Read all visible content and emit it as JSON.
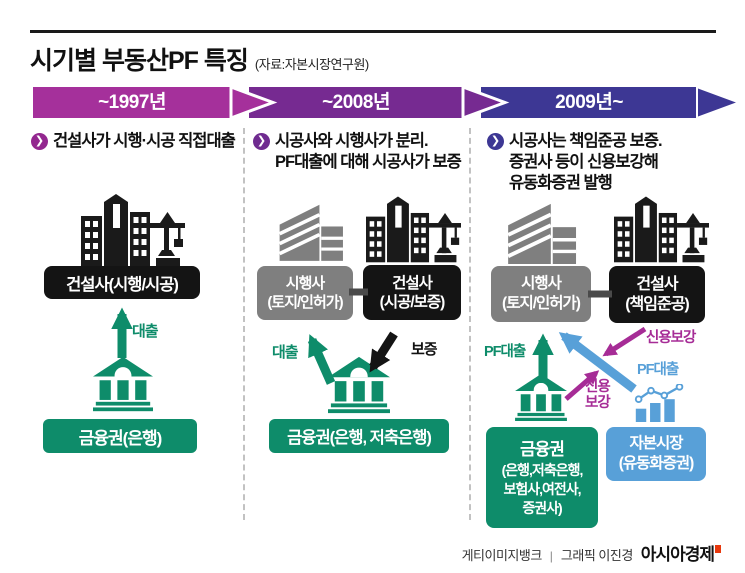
{
  "header": {
    "title": "시기별 부동산PF 특징",
    "source": "(자료:자본시장연구원)"
  },
  "timeline": [
    {
      "label": "~1997년",
      "color": "#a5309b"
    },
    {
      "label": "~2008년",
      "color": "#762a91"
    },
    {
      "label": "2009년~",
      "color": "#3d3794"
    }
  ],
  "ui": {
    "bullet_glyph": "❯",
    "icons": [
      "chevron-circle-icon",
      "building-crane-icon",
      "office-building-icon",
      "bank-icon",
      "bar-chart-icon"
    ]
  },
  "colors": {
    "magenta": "#a5309b",
    "purple": "#762a91",
    "indigo": "#3d3794",
    "green": "#0e8c6a",
    "blue": "#58a0d8",
    "accent_purple": "#a62c96",
    "gray": "#7f7f7f",
    "black": "#141414"
  },
  "columns": [
    {
      "period": "~1997년",
      "bullet_color": "#93278f",
      "description_lines": [
        "건설사가 시행·시공 직접대출"
      ],
      "boxes": {
        "constructor": {
          "lines": [
            "건설사(시행/시공)"
          ],
          "color": "#141414"
        },
        "finance": {
          "lines": [
            "금융권(은행)"
          ],
          "color": "#0e8c6a"
        }
      },
      "arrows": [
        {
          "lines": [
            "대출"
          ],
          "color": "#0e8c6a",
          "from": "금융권",
          "to": "건설사"
        }
      ]
    },
    {
      "period": "~2008년",
      "bullet_color": "#6f2b90",
      "description_lines": [
        "시공사와 시행사가 분리.",
        "PF대출에 대해 시공사가 보증"
      ],
      "boxes": {
        "developer": {
          "lines": [
            "시행사",
            "(토지/인허가)"
          ],
          "color": "#7f7f7f"
        },
        "constructor": {
          "lines": [
            "건설사",
            "(시공/보증)"
          ],
          "color": "#141414"
        },
        "finance": {
          "lines": [
            "금융권(은행, 저축은행)"
          ],
          "color": "#0e8c6a"
        }
      },
      "arrows": [
        {
          "lines": [
            "대출"
          ],
          "color": "#0e8c6a",
          "from": "금융권",
          "to": "시행사"
        },
        {
          "lines": [
            "보증"
          ],
          "color": "#141414",
          "from": "건설사",
          "to": "금융권"
        }
      ]
    },
    {
      "period": "2009년~",
      "bullet_color": "#3d3794",
      "description_lines": [
        "시공사는 책임준공 보증.",
        "증권사 등이 신용보강해",
        "유동화증권 발행"
      ],
      "boxes": {
        "developer": {
          "lines": [
            "시행사",
            "(토지/인허가)"
          ],
          "color": "#7f7f7f"
        },
        "constructor": {
          "lines": [
            "건설사",
            "(책임준공)"
          ],
          "color": "#141414"
        },
        "finance": {
          "lines": [
            "금융권",
            "(은행,저축은행,",
            "보험사,여전사,",
            "증권사)"
          ],
          "color": "#0e8c6a"
        },
        "capital": {
          "lines": [
            "자본시장",
            "(유동화증권)"
          ],
          "color": "#58a0d8"
        }
      },
      "arrows": [
        {
          "lines": [
            "PF대출"
          ],
          "color": "#0e8c6a",
          "from": "금융권",
          "to": "시행사"
        },
        {
          "lines": [
            "PF대출"
          ],
          "color": "#58a0d8",
          "from": "자본시장",
          "to": "시행사"
        },
        {
          "lines": [
            "신용보강"
          ],
          "color": "#a62c96",
          "from": "건설사",
          "to": "PF대출(자본시장)"
        },
        {
          "lines": [
            "신용",
            "보강"
          ],
          "color": "#a62c96",
          "from": "금융권",
          "to": "PF대출(자본시장)"
        }
      ]
    }
  ],
  "footer": {
    "source_credit": "게티이미지뱅크",
    "sep": "|",
    "graphic_credit": "그래픽 이진경",
    "brand": "아시아경제"
  }
}
